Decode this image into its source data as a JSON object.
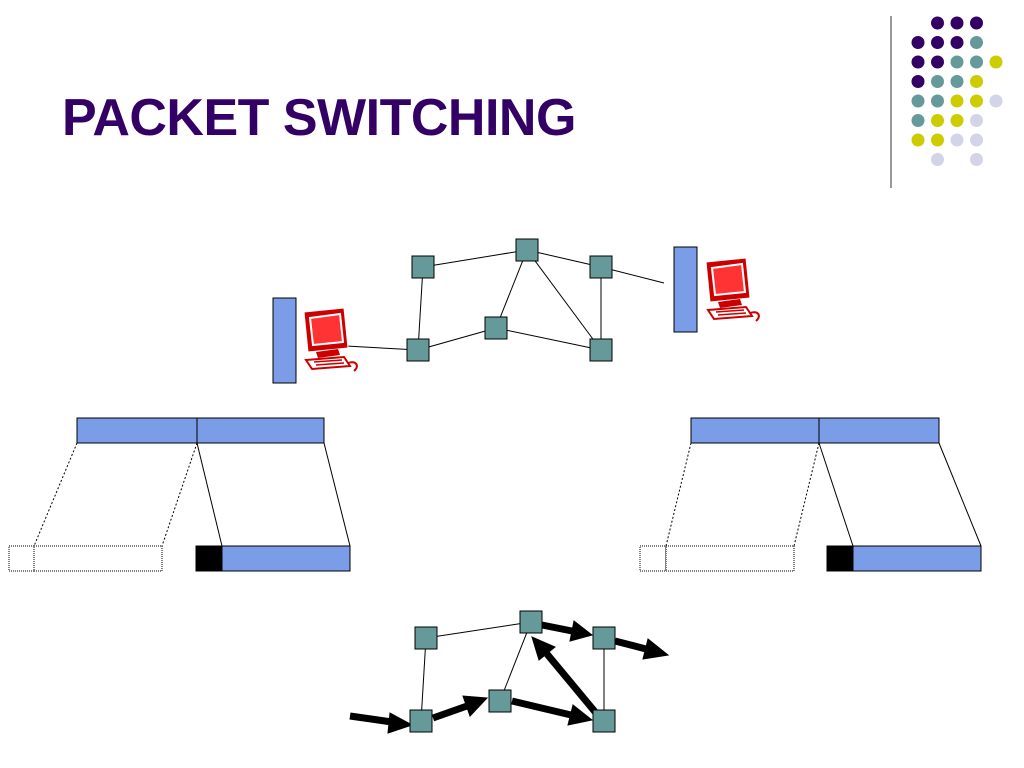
{
  "slide": {
    "title": "PACKET SWITCHING"
  },
  "colors": {
    "title": "#330066",
    "node": "#669999",
    "packet_fill": "#7b9ce6",
    "header_fill": "#000000",
    "computer_red": "#cc0000",
    "dot_purple": "#330066",
    "dot_teal": "#669999",
    "dot_yellow": "#cccc00",
    "dot_lavender": "#d4d4e8"
  },
  "decoration": {
    "dot_grid_colors": [
      [
        "none",
        "purple",
        "purple",
        "purple",
        "none"
      ],
      [
        "purple",
        "purple",
        "purple",
        "teal",
        "none"
      ],
      [
        "purple",
        "purple",
        "teal",
        "teal",
        "yellow"
      ],
      [
        "purple",
        "teal",
        "teal",
        "yellow",
        "none"
      ],
      [
        "teal",
        "teal",
        "yellow",
        "yellow",
        "lavender"
      ],
      [
        "teal",
        "yellow",
        "yellow",
        "lavender",
        "none"
      ],
      [
        "yellow",
        "yellow",
        "lavender",
        "lavender",
        "none"
      ],
      [
        "none",
        "lavender",
        "none",
        "lavender",
        "none"
      ]
    ]
  },
  "icons": {
    "computer": "desktop-computer-icon",
    "server": "server-tower-icon"
  }
}
